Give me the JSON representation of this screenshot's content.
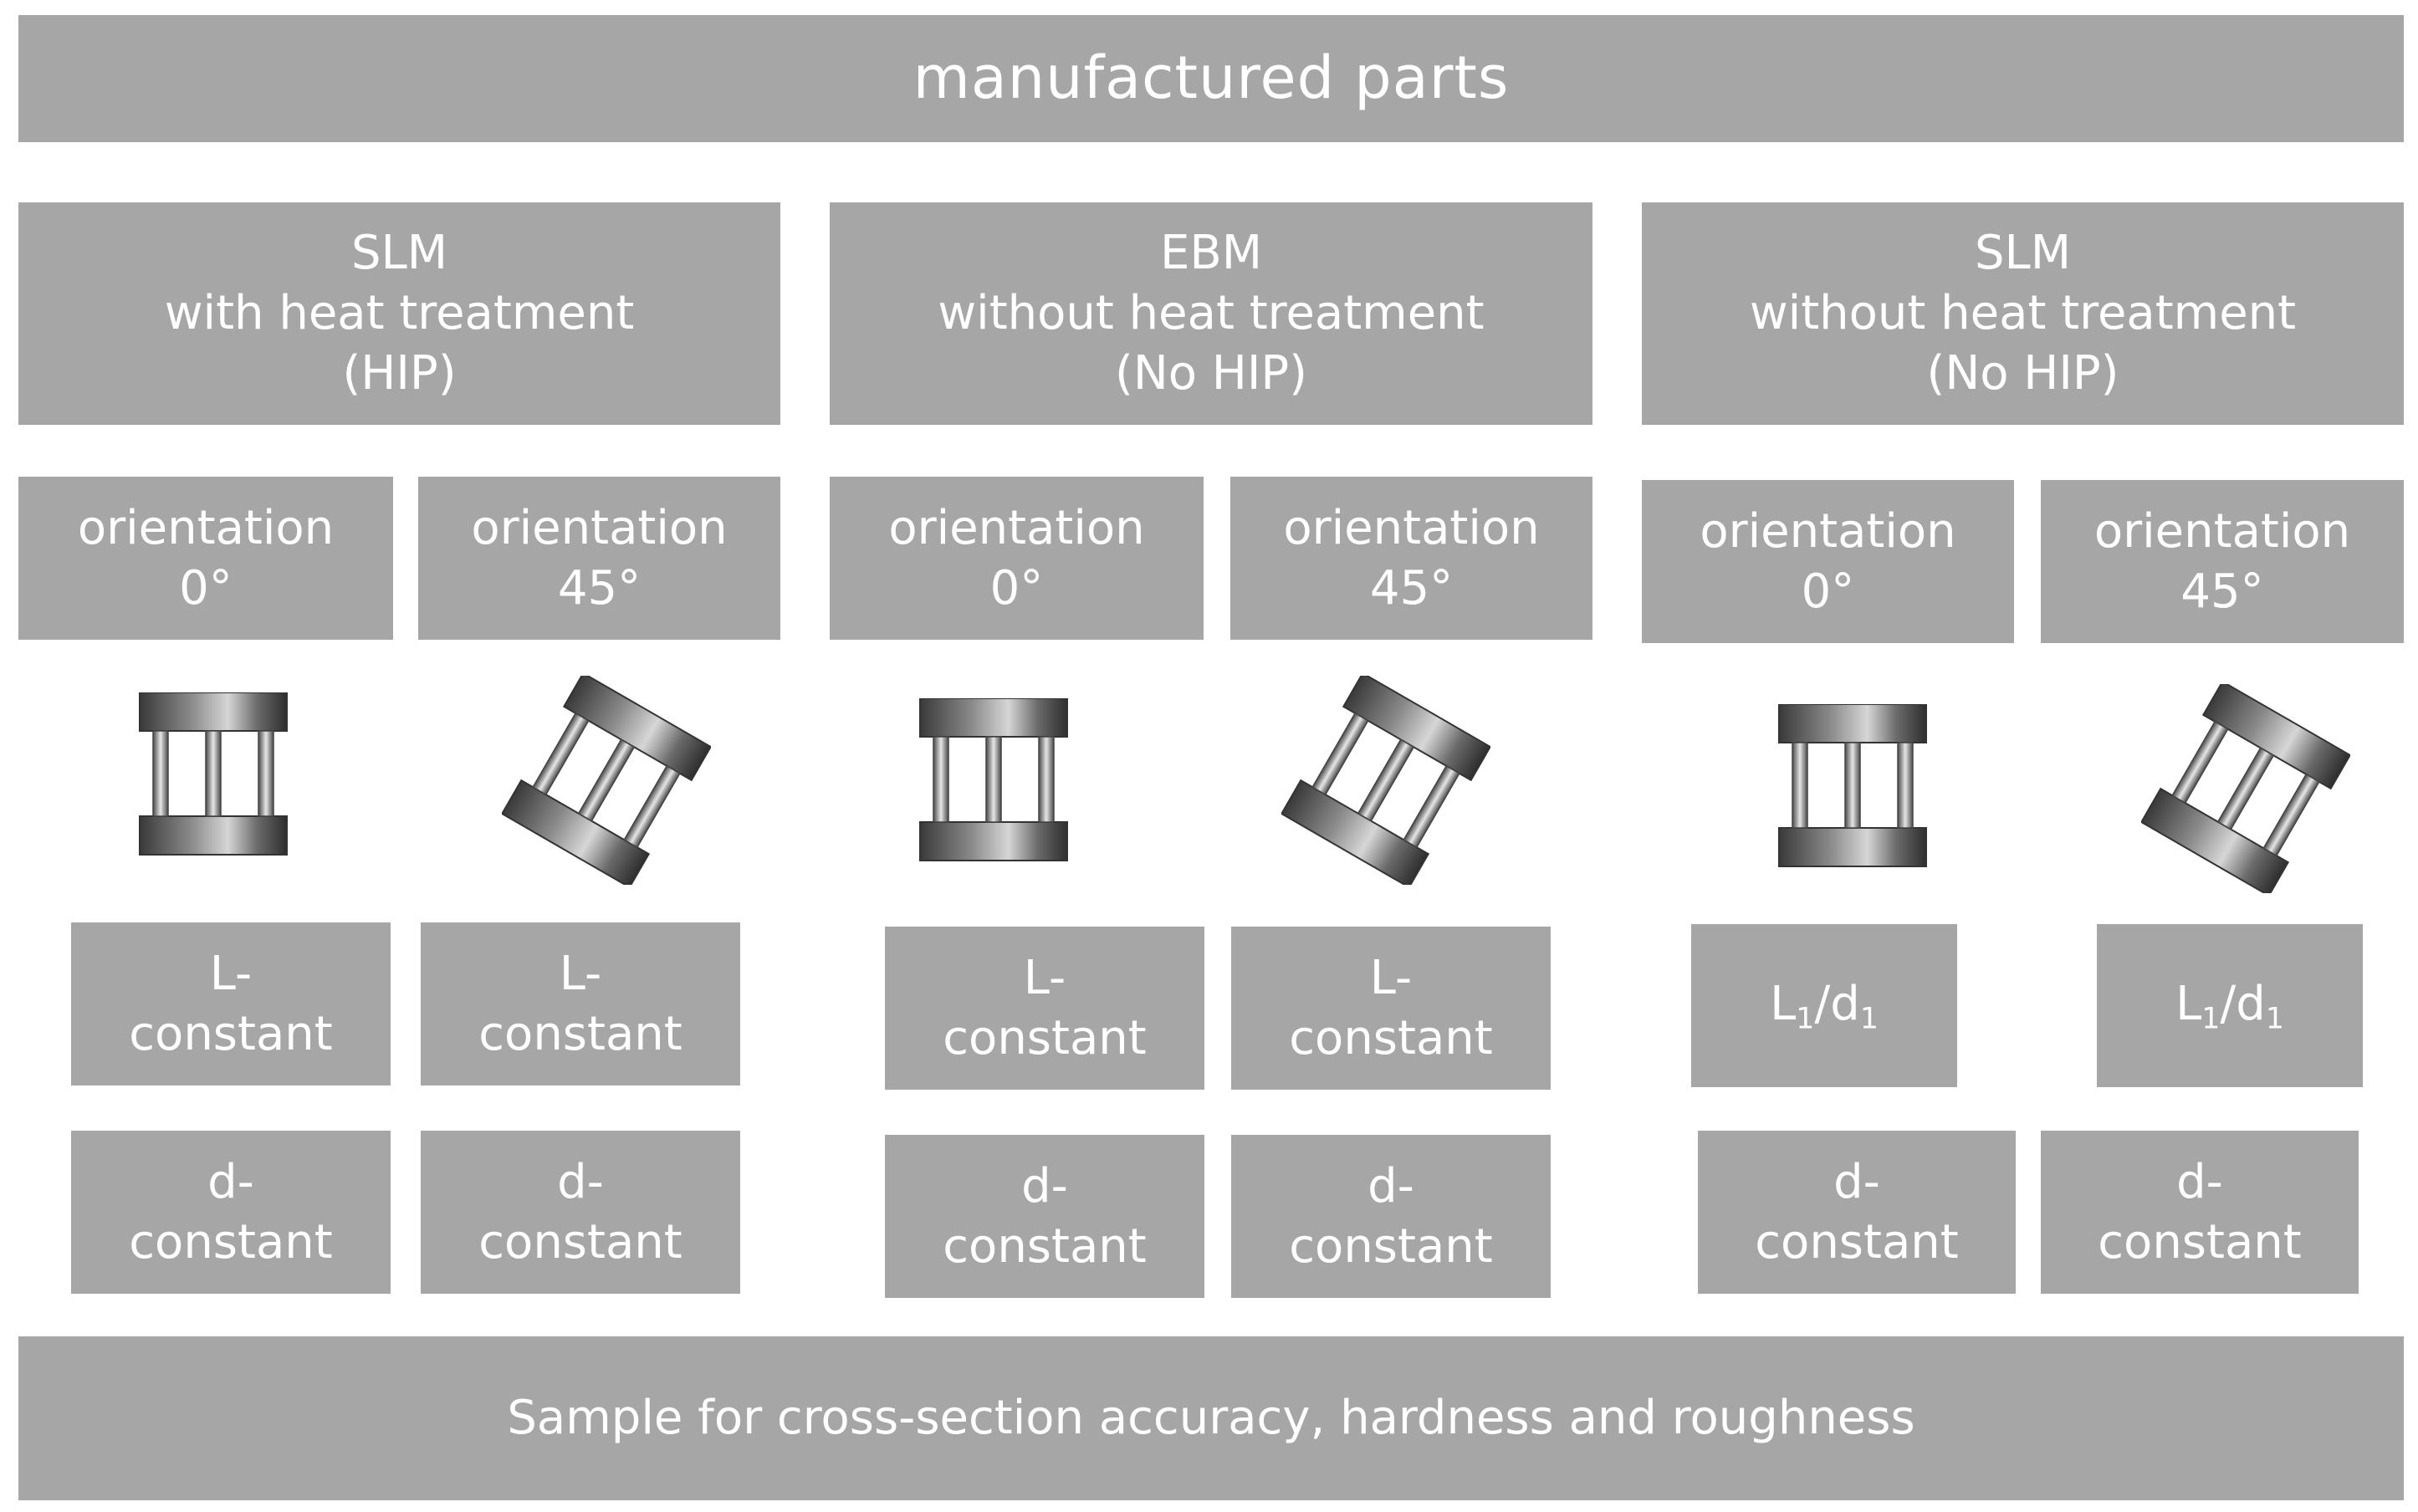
{
  "header": {
    "label": "manufactured parts"
  },
  "groups": [
    {
      "line1": "SLM",
      "line2": "with heat treatment",
      "line3": "(HIP)"
    },
    {
      "line1": "EBM",
      "line2": "without heat treatment",
      "line3": "(No HIP)"
    },
    {
      "line1": "SLM",
      "line2": "without heat treatment",
      "line3": "(No HIP)"
    }
  ],
  "orientations": [
    {
      "line1": "orientation",
      "line2": "0°"
    },
    {
      "line1": "orientation",
      "line2": "45°"
    },
    {
      "line1": "orientation",
      "line2": "0°"
    },
    {
      "line1": "orientation",
      "line2": "45°"
    },
    {
      "line1": "orientation",
      "line2": "0°"
    },
    {
      "line1": "orientation",
      "line2": "45°"
    }
  ],
  "parts": [
    {
      "icon": "specimen-icon",
      "angle_deg": 0
    },
    {
      "icon": "specimen-icon",
      "angle_deg": 30
    },
    {
      "icon": "specimen-icon",
      "angle_deg": 0
    },
    {
      "icon": "specimen-icon",
      "angle_deg": 30
    },
    {
      "icon": "specimen-icon",
      "angle_deg": 0
    },
    {
      "icon": "specimen-icon",
      "angle_deg": 30
    }
  ],
  "params_row1": [
    {
      "line1": "L-",
      "line2": "constant"
    },
    {
      "line1": "L-",
      "line2": "constant"
    },
    {
      "line1": "L-",
      "line2": "constant"
    },
    {
      "line1": "L-",
      "line2": "constant"
    },
    {
      "L": "L",
      "sub1": "1",
      "slash": "/",
      "d": "d",
      "sub2": "1"
    },
    {
      "L": "L",
      "sub1": "1",
      "slash": "/",
      "d": "d",
      "sub2": "1"
    }
  ],
  "params_row2": [
    {
      "line1": "d-",
      "line2": "constant"
    },
    {
      "line1": "d-",
      "line2": "constant"
    },
    {
      "line1": "d-",
      "line2": "constant"
    },
    {
      "line1": "d-",
      "line2": "constant"
    },
    {
      "line1": "d-",
      "line2": "constant"
    },
    {
      "line1": "d-",
      "line2": "constant"
    }
  ],
  "footer": {
    "label": "Sample for cross-section accuracy, hardness and roughness"
  },
  "colors": {
    "box_fill": "#a6a6a6",
    "text": "#ffffff",
    "background": "#ffffff"
  }
}
